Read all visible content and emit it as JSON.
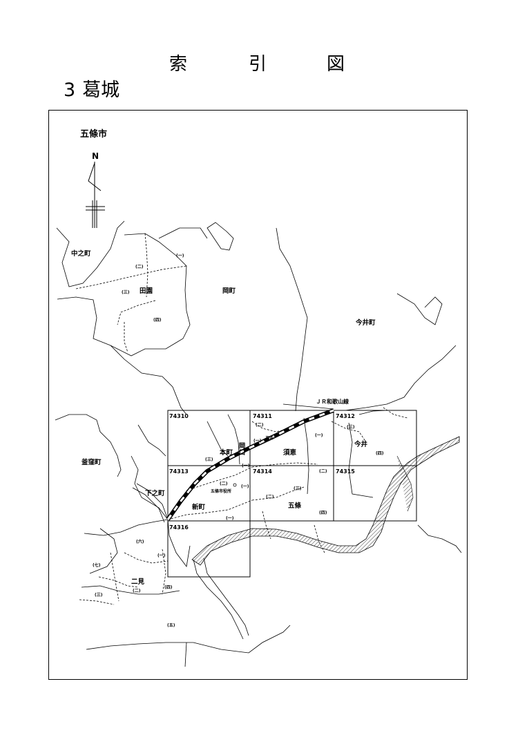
{
  "title": {
    "chars": [
      "索",
      "引",
      "図"
    ]
  },
  "subtitle": {
    "number": "3",
    "text": "葛城"
  },
  "map": {
    "city_label": "五條市",
    "north": "N",
    "rail_line": "ＪＲ和歌山線",
    "rail_note": "五条",
    "sheets": [
      "74310",
      "74311",
      "74312",
      "74313",
      "74314",
      "74315",
      "74316"
    ],
    "areas": {
      "nakanocho": "中之町",
      "tazono": "田園",
      "okacho": "岡町",
      "imaicho": "今井町",
      "kamakubocho": "釜窪町",
      "shimonocho": "下之町",
      "honmachi": "本町",
      "okaguchi": "岡口",
      "suge": "須恵",
      "imai": "今井",
      "shinmachi": "新町",
      "gojo": "五條",
      "futami": "二見",
      "city_hall": "五條市役所"
    },
    "districts": {
      "one": "(一)",
      "two": "(二)",
      "three": "(三)",
      "four": "(四)",
      "five": "(五)",
      "six": "(六)",
      "seven": "(七)"
    }
  }
}
